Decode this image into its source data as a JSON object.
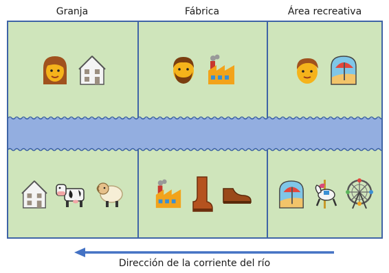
{
  "columns": [
    {
      "label": "Granja"
    },
    {
      "label": "Fábrica"
    },
    {
      "label": "Área recreativa"
    }
  ],
  "top_row": [
    {
      "icons": [
        "woman-icon",
        "house-icon"
      ]
    },
    {
      "icons": [
        "man-bearded-icon",
        "factory-icon"
      ]
    },
    {
      "icons": [
        "man-icon",
        "beach-umbrella-icon"
      ]
    }
  ],
  "bottom_row": [
    {
      "icons": [
        "house-icon",
        "cow-icon",
        "sheep-icon"
      ]
    },
    {
      "icons": [
        "factory-icon",
        "boot-icon",
        "shoe-icon"
      ]
    },
    {
      "icons": [
        "beach-umbrella-icon",
        "carousel-horse-icon",
        "ferris-wheel-icon"
      ]
    }
  ],
  "river": {
    "color": "#93aee0",
    "wave_color": "#3e63a6"
  },
  "field_color": "#cfe5bb",
  "border_color": "#3e63a6",
  "arrow": {
    "direction": "left",
    "color": "#4472c4"
  },
  "caption": "Dirección de la corriente del río"
}
